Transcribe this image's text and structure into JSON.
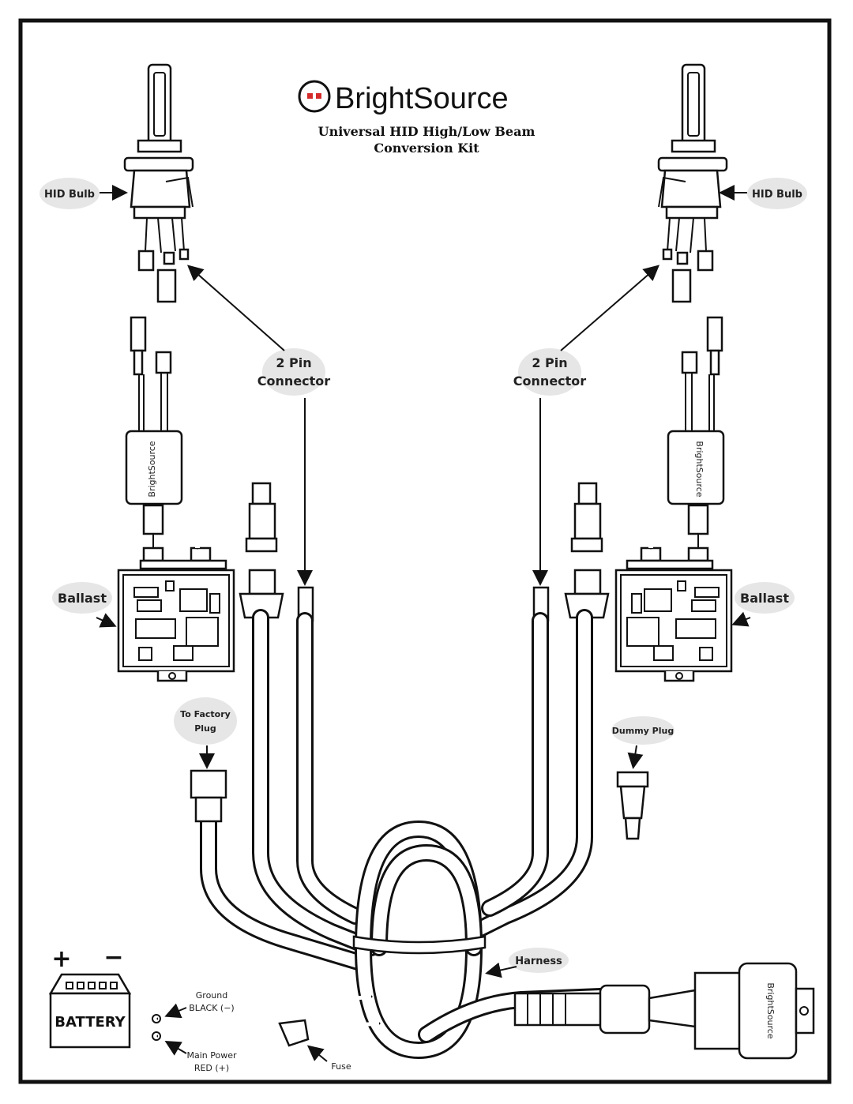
{
  "header": {
    "brand": "BrightSource",
    "title_line1": "Universal HID High/Low Beam",
    "title_line2": "Conversion Kit"
  },
  "labels": {
    "hid_bulb_left": "HID Bulb",
    "hid_bulb_right": "HID Bulb",
    "pin_left_line1": "2 Pin",
    "pin_left_line2": "Connector",
    "pin_right_line1": "2 Pin",
    "pin_right_line2": "Connector",
    "ballast_left": "Ballast",
    "ballast_right": "Ballast",
    "factory_line1": "To Factory",
    "factory_line2": "Plug",
    "dummy_plug": "Dummy Plug",
    "harness": "Harness",
    "ground_line1": "Ground",
    "ground_line2": "BLACK (−)",
    "power_line1": "Main Power",
    "power_line2": "RED (+)",
    "fuse": "Fuse",
    "battery": "BATTERY",
    "battery_plus": "+",
    "battery_minus": "−",
    "ballast_brand_left": "BrightSource",
    "ballast_brand_right": "BrightSource",
    "relay_brand": "BrightSource"
  },
  "colors": {
    "accent": "#d42a2a",
    "line": "#111111",
    "bubble": "#e6e6e6"
  }
}
